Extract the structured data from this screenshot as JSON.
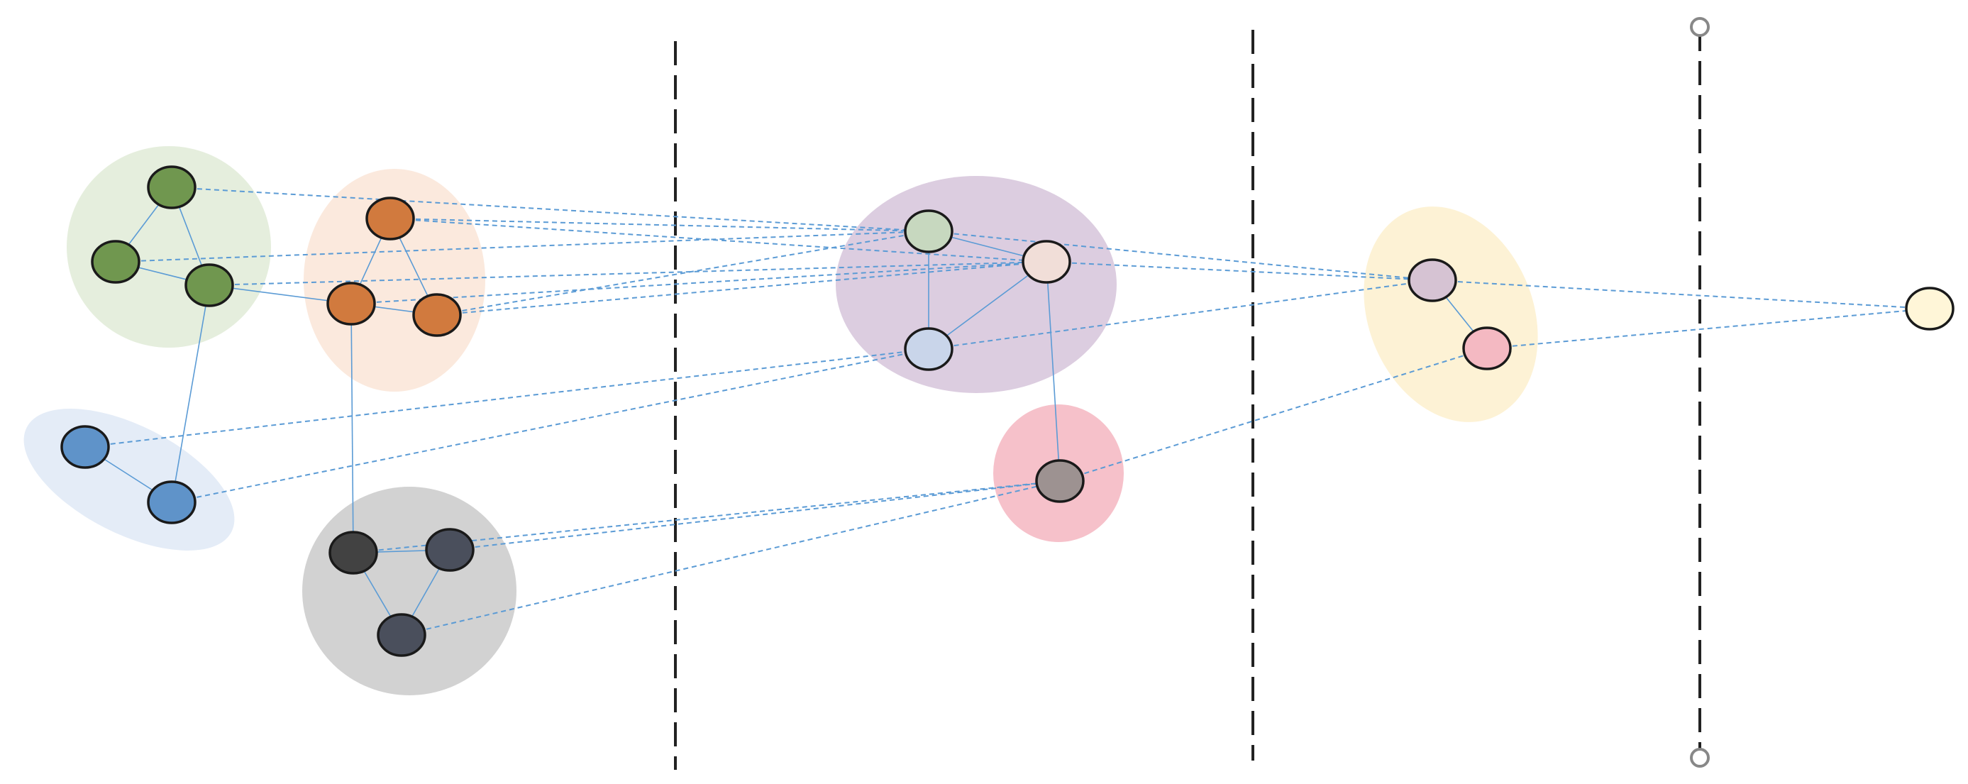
{
  "colors": {
    "background": "#ffffff",
    "edge_intra": "#5b9bd5",
    "edge_inter": "#5b9bd5",
    "separator": "#222222",
    "node_stroke": "#1a1a1a",
    "end_marker": "#888888"
  },
  "levels": 4,
  "separators": [
    {
      "id": "separator-1",
      "between": [
        1,
        2
      ]
    },
    {
      "id": "separator-2",
      "between": [
        2,
        3
      ]
    },
    {
      "id": "separator-3",
      "between": [
        3,
        4
      ],
      "end_markers": true
    }
  ],
  "clusters": [
    {
      "id": "green",
      "level": 1,
      "fill": "#e5eedd"
    },
    {
      "id": "orange",
      "level": 1,
      "fill": "#fbe9dd"
    },
    {
      "id": "blue",
      "level": 1,
      "fill": "#e4ecf7"
    },
    {
      "id": "gray",
      "level": 1,
      "fill": "#d2d2d2"
    },
    {
      "id": "purple",
      "level": 2,
      "fill": "#dccde0"
    },
    {
      "id": "pink",
      "level": 2,
      "fill": "#f6c1ca"
    },
    {
      "id": "yellow",
      "level": 3,
      "fill": "#fdf2d5"
    }
  ],
  "nodes": [
    {
      "id": "g1",
      "cluster": "green",
      "fill": "#70974f"
    },
    {
      "id": "g2",
      "cluster": "green",
      "fill": "#70974f"
    },
    {
      "id": "g3",
      "cluster": "green",
      "fill": "#70974f"
    },
    {
      "id": "o1",
      "cluster": "orange",
      "fill": "#d17a3e"
    },
    {
      "id": "o2",
      "cluster": "orange",
      "fill": "#d17a3e"
    },
    {
      "id": "o3",
      "cluster": "orange",
      "fill": "#d17a3e"
    },
    {
      "id": "b1",
      "cluster": "blue",
      "fill": "#5f93c9"
    },
    {
      "id": "b2",
      "cluster": "blue",
      "fill": "#5f93c9"
    },
    {
      "id": "k1",
      "cluster": "gray",
      "fill": "#424242"
    },
    {
      "id": "k2",
      "cluster": "gray",
      "fill": "#4a4f5c"
    },
    {
      "id": "k3",
      "cluster": "gray",
      "fill": "#4a4f5c"
    },
    {
      "id": "p1",
      "cluster": "purple",
      "fill": "#c7d8bf"
    },
    {
      "id": "p2",
      "cluster": "purple",
      "fill": "#f1ded8"
    },
    {
      "id": "p3",
      "cluster": "purple",
      "fill": "#c9d5ea"
    },
    {
      "id": "r1",
      "cluster": "pink",
      "fill": "#9d9291"
    },
    {
      "id": "y1",
      "cluster": "yellow",
      "fill": "#d6c3d3"
    },
    {
      "id": "y2",
      "cluster": "yellow",
      "fill": "#f4b9c2"
    },
    {
      "id": "top",
      "cluster": null,
      "fill": "#fff6d8"
    }
  ],
  "edges_intra": [
    [
      "g1",
      "g2"
    ],
    [
      "g1",
      "g3"
    ],
    [
      "g2",
      "g3"
    ],
    [
      "g3",
      "b2"
    ],
    [
      "g3",
      "o2"
    ],
    [
      "o1",
      "o2"
    ],
    [
      "o1",
      "o3"
    ],
    [
      "o2",
      "o3"
    ],
    [
      "o2",
      "k1"
    ],
    [
      "b1",
      "b2"
    ],
    [
      "k1",
      "k2"
    ],
    [
      "k1",
      "k3"
    ],
    [
      "k2",
      "k3"
    ],
    [
      "p1",
      "p2"
    ],
    [
      "p1",
      "p3"
    ],
    [
      "p2",
      "p3"
    ],
    [
      "p2",
      "r1"
    ],
    [
      "y1",
      "y2"
    ]
  ],
  "edges_inter": [
    [
      "g1",
      "p1"
    ],
    [
      "g2",
      "p1"
    ],
    [
      "g3",
      "p2"
    ],
    [
      "o1",
      "p1"
    ],
    [
      "o1",
      "p2"
    ],
    [
      "o2",
      "p2"
    ],
    [
      "o3",
      "p1"
    ],
    [
      "o3",
      "p2"
    ],
    [
      "b1",
      "p3"
    ],
    [
      "b2",
      "p3"
    ],
    [
      "k1",
      "r1"
    ],
    [
      "k2",
      "r1"
    ],
    [
      "k3",
      "r1"
    ],
    [
      "p1",
      "y1"
    ],
    [
      "p2",
      "y1"
    ],
    [
      "p3",
      "y1"
    ],
    [
      "r1",
      "y2"
    ],
    [
      "y1",
      "top"
    ],
    [
      "y2",
      "top"
    ]
  ]
}
